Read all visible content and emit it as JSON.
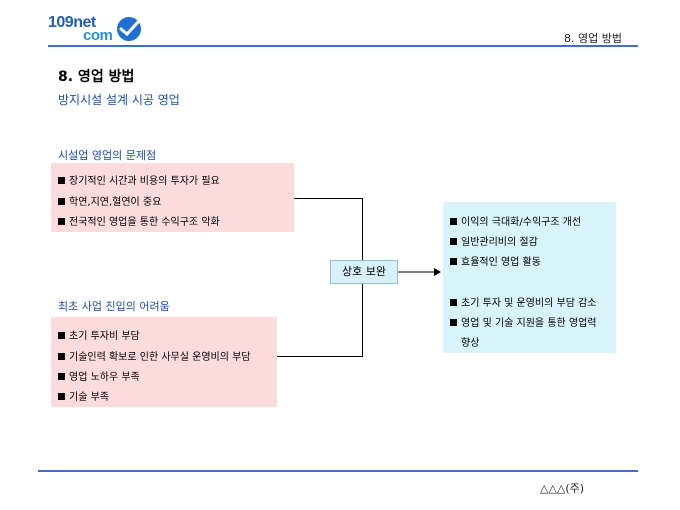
{
  "header": {
    "logo_line1": "109net",
    "logo_line2": "com",
    "section_label": "8. 영업 방법"
  },
  "title": "8. 영업 방법",
  "subtitle": "방지시설 설계 시공 영업",
  "problems": {
    "heading": "시설업 영업의 문제점",
    "items": [
      "장기적인 시간과 비용의 투자가 필요",
      "학연,지연,혈연이 중요",
      "전국적인 영업을 통한 수익구조 악화"
    ]
  },
  "new_entry": {
    "heading": "최초 사업 진입의 어려움",
    "items": [
      "초기 투자비 부담",
      "기술인력 확보로 인한 사무실 운영비의 부담",
      "영업 노하우 부족",
      "기술 부족"
    ]
  },
  "center_label": "상호 보완",
  "benefits": {
    "items": [
      "이익의 극대화/수익구조 개선",
      "일반관리비의 절감",
      "효율적인 영업 활동",
      "초기 투자 및 운영비의 부담 감소",
      "영업 및 기술 지원을 통한 영업력"
    ],
    "continuation": "향상"
  },
  "footer": {
    "company": "△△△(주)"
  },
  "colors": {
    "accent_blue": "#3e6fd0",
    "heading_blue": "#1a4fb0",
    "pink_box": "#fbdbdb",
    "blue_box": "#d9f3fa"
  }
}
